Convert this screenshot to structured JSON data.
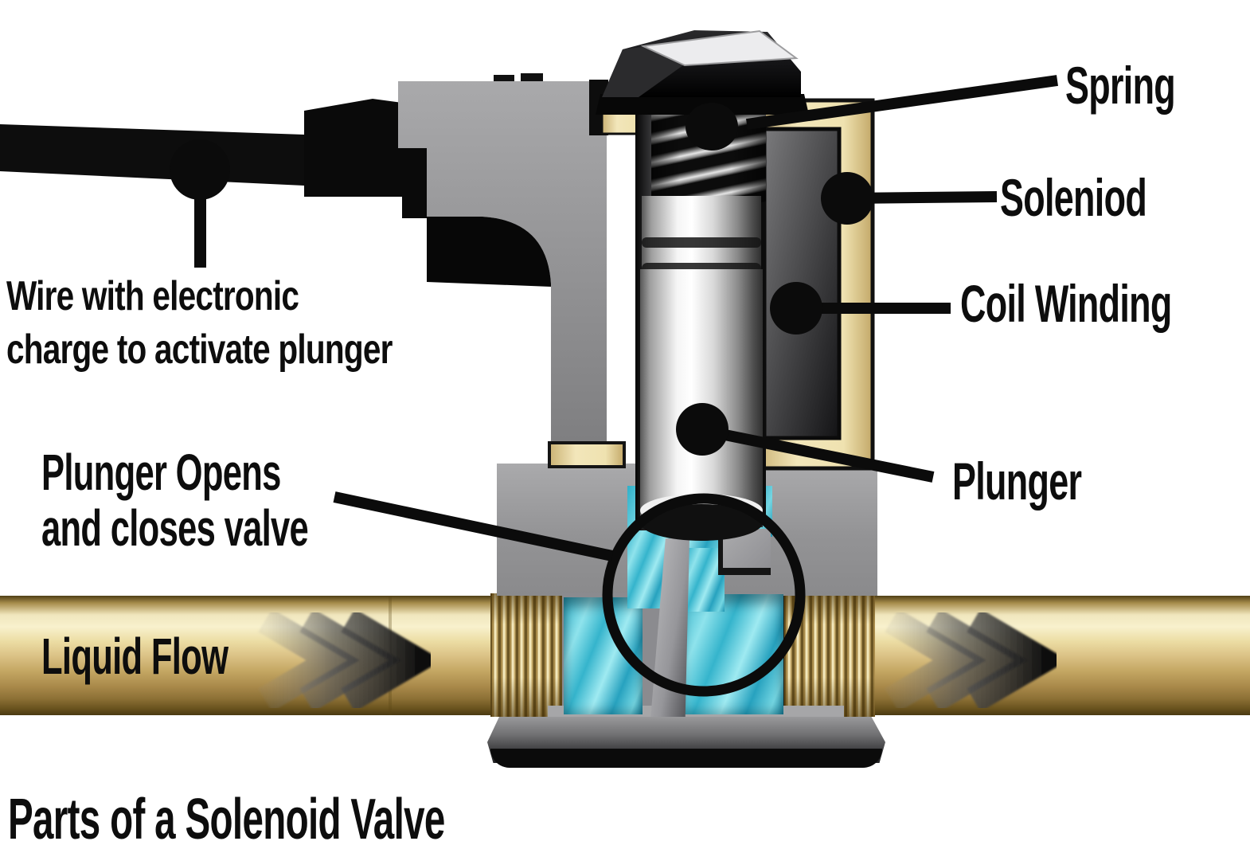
{
  "title": "Parts of a Solenoid Valve",
  "labels": {
    "spring": "Spring",
    "solenoid": "Soleniod",
    "coil_winding": "Coil Winding",
    "plunger": "Plunger",
    "wire_line1": "Wire with electronic",
    "wire_line2": "charge to activate plunger",
    "valve_action_line1": "Plunger Opens",
    "valve_action_line2": "and closes valve",
    "liquid_flow": "Liquid Flow"
  },
  "colors": {
    "background": "#ffffff",
    "annotation": "#0b0b0b",
    "brass_light": "#f6eec8",
    "brass_dark": "#8d7136",
    "liquid_turquoise": "#3cc0d4",
    "housing_cream": "#f0e4b6",
    "metal_gray": "#8f8f91"
  }
}
